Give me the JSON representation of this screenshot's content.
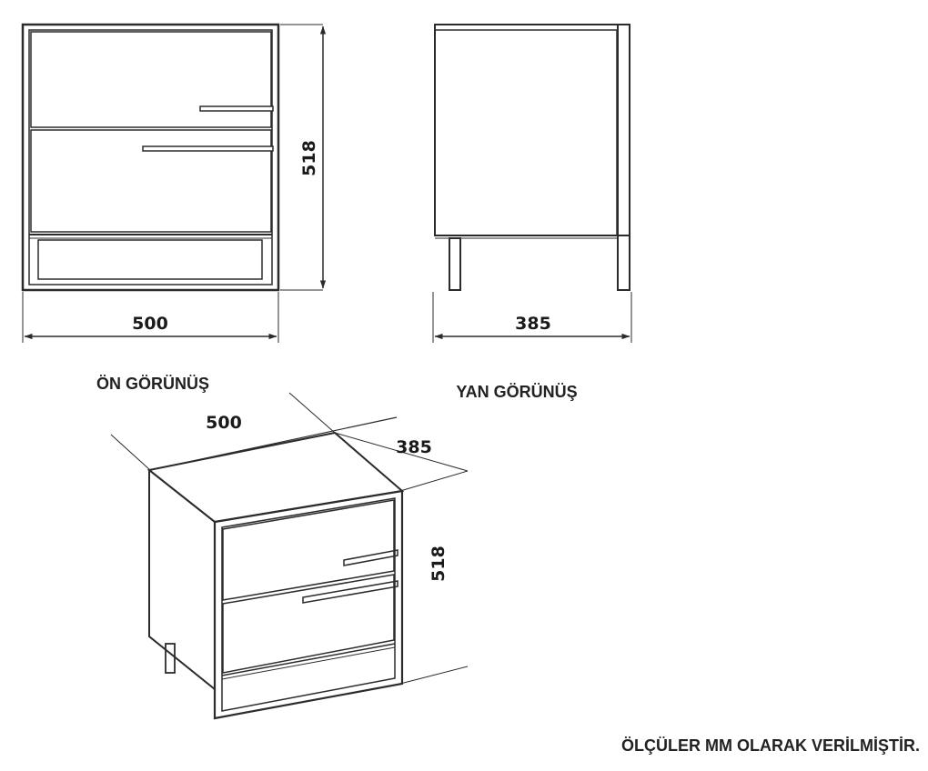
{
  "front_view": {
    "caption": "ÖN GÖRÜNÜŞ",
    "width_label": "500",
    "height_label": "518"
  },
  "side_view": {
    "caption": "YAN GÖRÜNÜŞ",
    "depth_label": "385"
  },
  "iso_view": {
    "width_label": "500",
    "depth_label": "385",
    "height_label": "518"
  },
  "footnote": "ÖLÇÜLER MM OLARAK VERİLMİŞTİR."
}
